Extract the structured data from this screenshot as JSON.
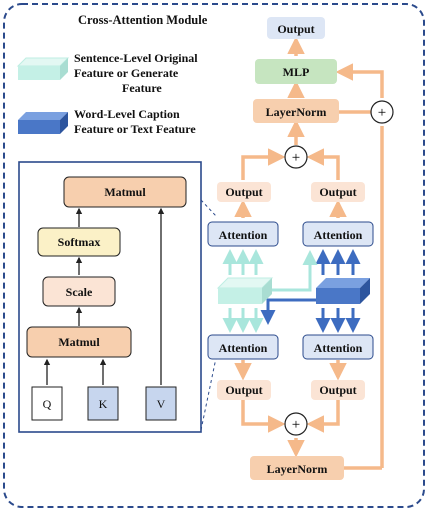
{
  "title": "Cross-Attention Module",
  "legend": [
    {
      "lines": [
        "Sentence-Level Original",
        "Feature or Generate",
        "Feature"
      ],
      "color": "#bfeee3"
    },
    {
      "lines": [
        "Word-Level Caption",
        "Feature or Text Feature"
      ],
      "color": "#4a77c7"
    }
  ],
  "inset": {
    "matmul_top": "Matmul",
    "softmax": "Softmax",
    "scale": "Scale",
    "matmul_bottom": "Matmul",
    "q": "Q",
    "k": "K",
    "v": "V"
  },
  "main": {
    "output_top": "Output",
    "mlp": "MLP",
    "layernorm_top": "LayerNorm",
    "plus": "+",
    "output_left_upper": "Output",
    "output_right_upper": "Output",
    "attention_left_upper": "Attention",
    "attention_right_upper": "Attention",
    "attention_left_lower": "Attention",
    "attention_right_lower": "Attention",
    "output_left_lower": "Output",
    "output_right_lower": "Output",
    "layernorm_bottom": "LayerNorm"
  },
  "colors": {
    "border": "#2b4a8c",
    "output_fill": "#dde6f5",
    "mlp_fill": "#c6e5c0",
    "layernorm_fill": "#f7cfae",
    "matmul_fill": "#f7cfae",
    "softmax_fill": "#fbf1c7",
    "scale_fill": "#fbe4d5",
    "attention_fill": "#dde6f5",
    "orange_arrow": "#f5b98a",
    "teal_arrow": "#a9e6dc",
    "blue_arrow": "#3d6cc0"
  }
}
